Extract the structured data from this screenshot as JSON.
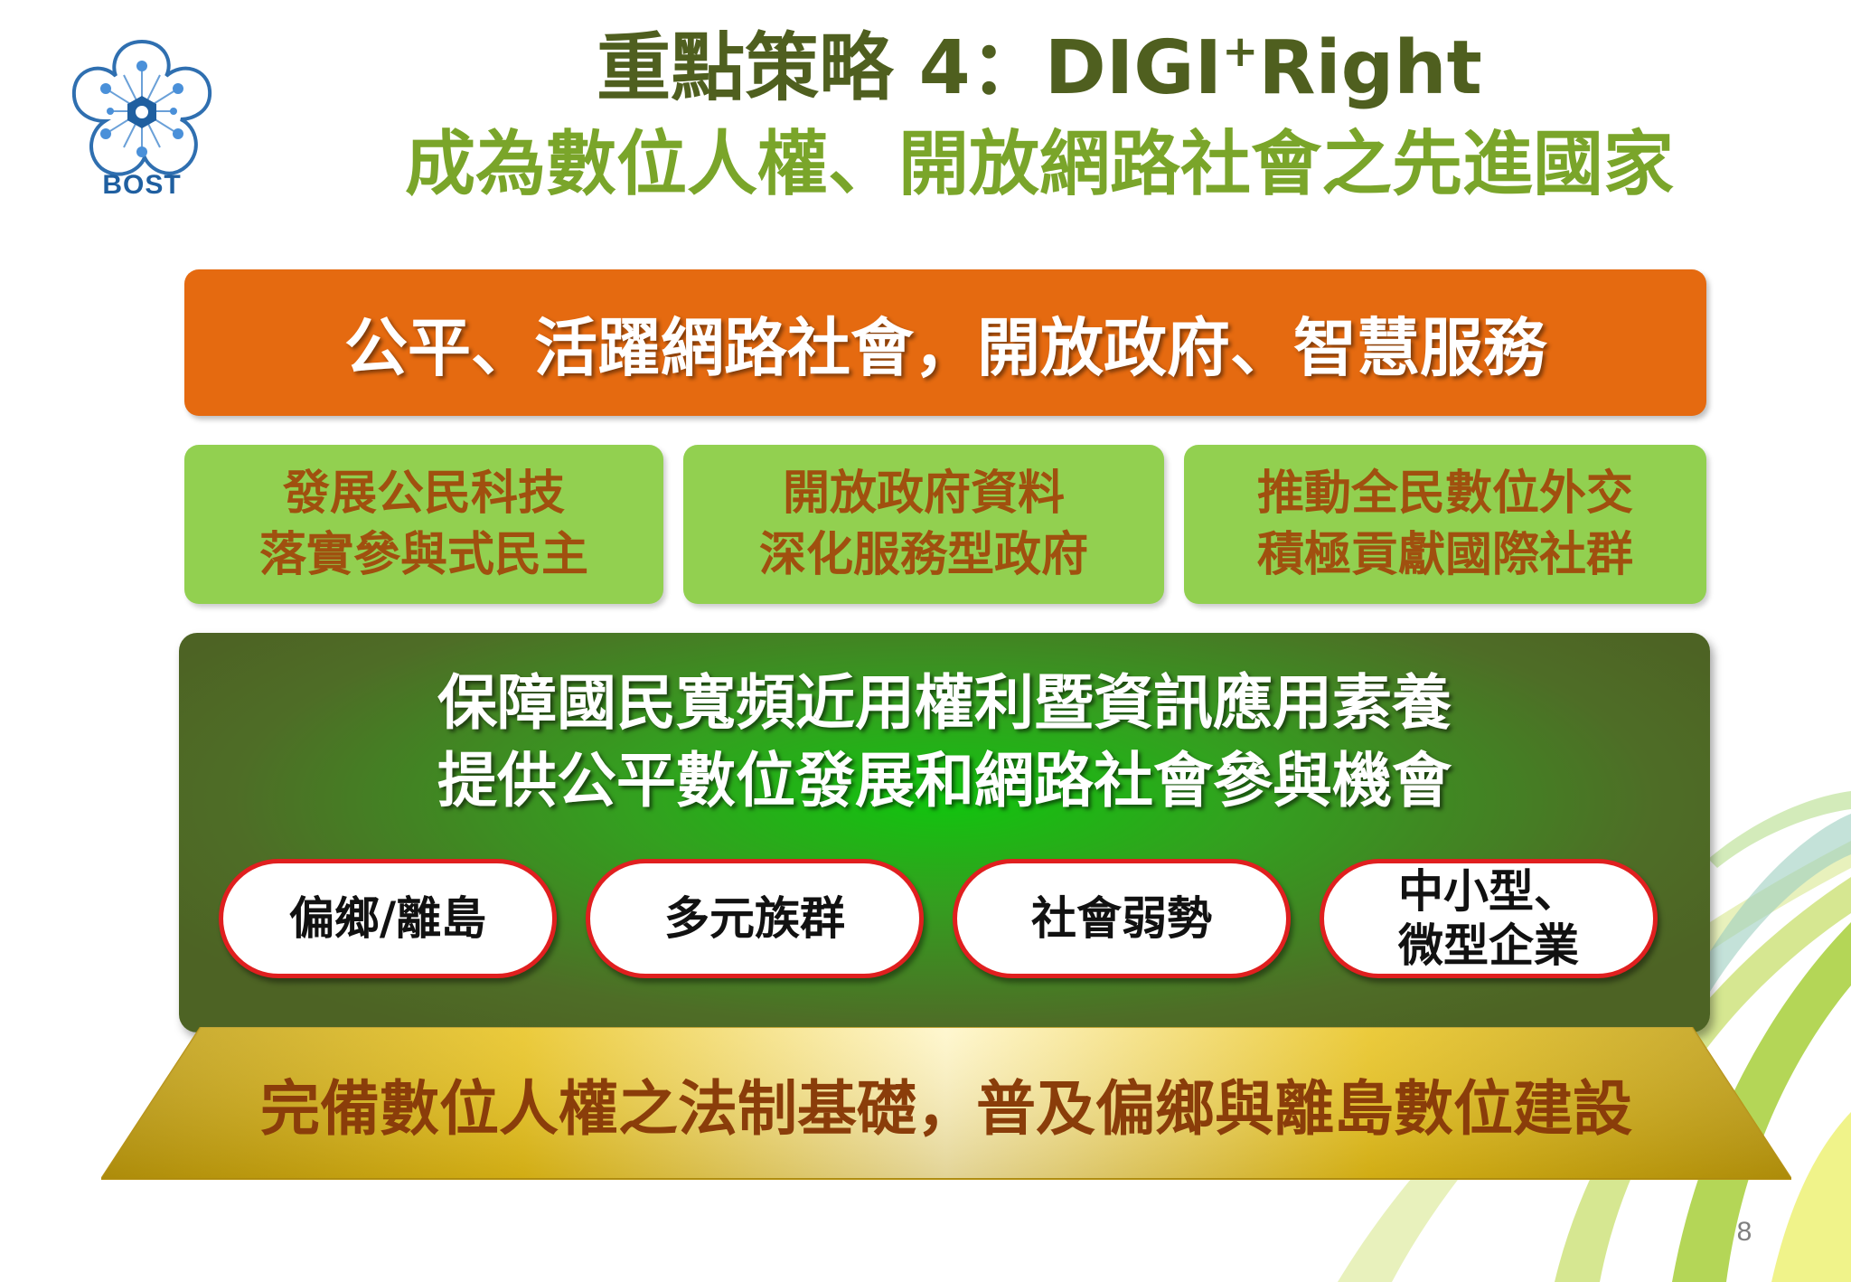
{
  "logo": {
    "icon": "plum-blossom-logo-icon",
    "text": "BOST"
  },
  "title": {
    "line1_prefix": "重點策略 4：DIGI",
    "line1_sup": "+",
    "line1_suffix": "Right",
    "line2": "成為數位人權、開放網路社會之先進國家"
  },
  "banner": {
    "text": "公平、活躍網路社會，開放政府、智慧服務"
  },
  "pillars": [
    {
      "line1": "發展公民科技",
      "line2": "落實參與式民主"
    },
    {
      "line1": "開放政府資料",
      "line2": "深化服務型政府"
    },
    {
      "line1": "推動全民數位外交",
      "line2": "積極貢獻國際社群"
    }
  ],
  "core": {
    "line1": "保障國民寬頻近用權利暨資訊應用素養",
    "line2": "提供公平數位發展和網路社會參與機會"
  },
  "groups": [
    {
      "line1": "偏鄉/離島",
      "line2": ""
    },
    {
      "line1": "多元族群",
      "line2": ""
    },
    {
      "line1": "社會弱勢",
      "line2": ""
    },
    {
      "line1": "中小型、",
      "line2": "微型企業"
    }
  ],
  "foundation": {
    "text": "完備數位人權之法制基礎，普及偏鄉與離島數位建設"
  },
  "page_number": "8",
  "colors": {
    "title_dark": "#4f5f1f",
    "title_green": "#7aa52a",
    "banner_orange": "#e56a10",
    "pillar_green": "#92d050",
    "pillar_text": "#a0500f",
    "pill_border": "#e01f1f",
    "foundation_gold": "#d4aa10",
    "foundation_text": "#8a3d0a"
  }
}
